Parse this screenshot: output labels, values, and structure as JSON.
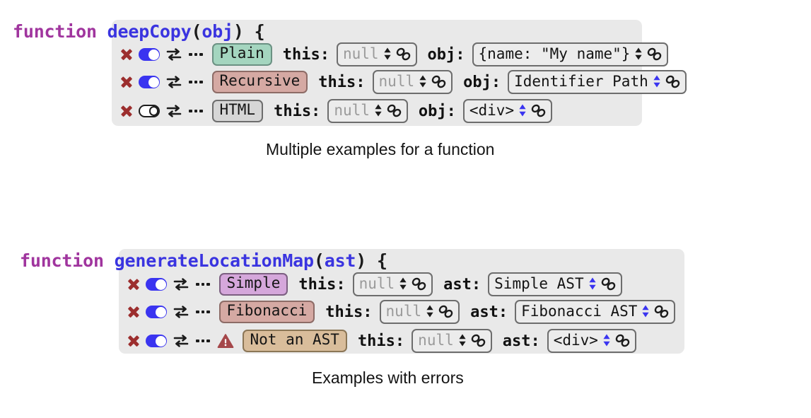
{
  "blocks": [
    {
      "id": "deep-copy",
      "signature": {
        "keyword": "function",
        "name": "deepCopy",
        "open_paren": "(",
        "params": "obj",
        "close_paren": ")",
        "brace": "{"
      },
      "caption": "Multiple examples for a function",
      "rows": [
        {
          "close_label": "✖",
          "toggle_state": "on",
          "swap_label": "swap-icon",
          "more_label": "more-icon",
          "warning": false,
          "chip_label": "Plain",
          "chip_color": "green",
          "args": [
            {
              "label": "this:",
              "value": "null",
              "placeholder": true,
              "spinner_color": "#1b1b1b"
            },
            {
              "label": "obj:",
              "value": "{name: \"My name\"}",
              "placeholder": false,
              "spinner_color": "#1b1b1b"
            }
          ]
        },
        {
          "close_label": "✖",
          "toggle_state": "on",
          "swap_label": "swap-icon",
          "more_label": "more-icon",
          "warning": false,
          "chip_label": "Recursive",
          "chip_color": "rose",
          "args": [
            {
              "label": "this:",
              "value": "null",
              "placeholder": true,
              "spinner_color": "#1b1b1b"
            },
            {
              "label": "obj:",
              "value": "Identifier Path",
              "placeholder": false,
              "spinner_color": "#3a34f0"
            }
          ]
        },
        {
          "close_label": "✖",
          "toggle_state": "off",
          "swap_label": "swap-icon",
          "more_label": "more-icon",
          "warning": false,
          "chip_label": "HTML",
          "chip_color": "gray",
          "args": [
            {
              "label": "this:",
              "value": "null",
              "placeholder": true,
              "spinner_color": "#1b1b1b"
            },
            {
              "label": "obj:",
              "value": "<div>",
              "placeholder": false,
              "spinner_color": "#3a34f0"
            }
          ]
        }
      ]
    },
    {
      "id": "generate-location-map",
      "signature": {
        "keyword": "function",
        "name": "generateLocationMap",
        "open_paren": "(",
        "params": "ast",
        "close_paren": ")",
        "brace": "{"
      },
      "caption": "Examples with errors",
      "rows": [
        {
          "close_label": "✖",
          "toggle_state": "on",
          "swap_label": "swap-icon",
          "more_label": "more-icon",
          "warning": false,
          "chip_label": "Simple",
          "chip_color": "purple",
          "args": [
            {
              "label": "this:",
              "value": "null",
              "placeholder": true,
              "spinner_color": "#1b1b1b"
            },
            {
              "label": "ast:",
              "value": "Simple AST",
              "placeholder": false,
              "spinner_color": "#3a34f0"
            }
          ]
        },
        {
          "close_label": "✖",
          "toggle_state": "on",
          "swap_label": "swap-icon",
          "more_label": "more-icon",
          "warning": false,
          "chip_label": "Fibonacci",
          "chip_color": "rose",
          "args": [
            {
              "label": "this:",
              "value": "null",
              "placeholder": true,
              "spinner_color": "#1b1b1b"
            },
            {
              "label": "ast:",
              "value": "Fibonacci AST",
              "placeholder": false,
              "spinner_color": "#3a34f0"
            }
          ]
        },
        {
          "close_label": "✖",
          "toggle_state": "on",
          "swap_label": "swap-icon",
          "more_label": "more-icon",
          "warning": true,
          "chip_label": "Not an AST",
          "chip_color": "tan",
          "args": [
            {
              "label": "this:",
              "value": "null",
              "placeholder": true,
              "spinner_color": "#1b1b1b"
            },
            {
              "label": "ast:",
              "value": "<div>",
              "placeholder": false,
              "spinner_color": "#3a34f0"
            }
          ]
        }
      ]
    }
  ],
  "colors": {
    "panel_bg": "#e9e9e9",
    "keyword": "#a0359e",
    "identifier": "#3a34e0",
    "close_icon": "#9c2e2e",
    "toggle_on": "#3a34f0",
    "warning": "#a5474a",
    "placeholder_text": "#9a9a9a"
  }
}
